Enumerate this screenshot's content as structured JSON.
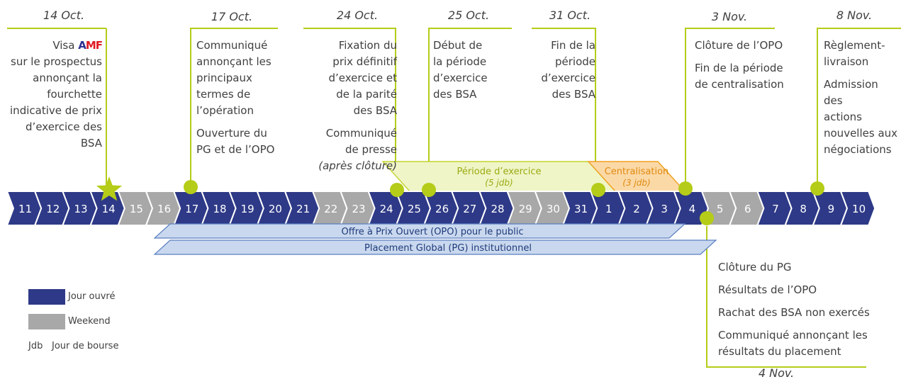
{
  "colors": {
    "workday": "#2e3a87",
    "weekend": "#a8a8a8",
    "accent": "#b5cc18",
    "orange": "#f0a020",
    "band_fill": "#c9d8ee",
    "band_stroke": "#5b7fc2"
  },
  "dates": {
    "d14oct": "14 Oct.",
    "d17oct": "17 Oct.",
    "d24oct": "24 Oct.",
    "d25oct": "25 Oct.",
    "d31oct": "31 Oct.",
    "d3nov": "3 Nov.",
    "d8nov": "8 Nov.",
    "d4nov": "4 Nov."
  },
  "events": {
    "e14": {
      "visa": "Visa",
      "amf_a": "A",
      "amf_m": "M",
      "amf_f": "F",
      "lines": [
        "sur le prospectus",
        "annonçant la",
        "fourchette",
        "indicative de prix",
        "d’exercice des",
        "BSA"
      ]
    },
    "e17": {
      "p1": [
        "Communiqué",
        "annonçant les",
        "principaux",
        "termes de",
        "l’opération"
      ],
      "p2": [
        "Ouverture du",
        "PG et de l’OPO"
      ]
    },
    "e24": {
      "p1": [
        "Fixation du",
        "prix définitif",
        "d’exercice et",
        "de la parité",
        "des BSA"
      ],
      "p2": [
        "Communiqué",
        "de presse"
      ],
      "p3": "(après clôture)"
    },
    "e25": {
      "p1": [
        "Début de",
        "la période",
        "d’exercice",
        "des BSA"
      ]
    },
    "e31": {
      "p1": [
        "Fin de la",
        "période",
        "d’exercice",
        "des BSA"
      ]
    },
    "e3": {
      "p1": "Clôture de l’OPO",
      "p2": [
        "Fin de la période",
        "de centralisation"
      ]
    },
    "e8": {
      "p1": [
        "Règlement-",
        "livraison"
      ],
      "p2": [
        "Admission des",
        "actions",
        "nouvelles aux",
        "négociations"
      ]
    },
    "e4": {
      "p1": "Clôture du PG",
      "p2": "Résultats de l’OPO",
      "p3": "Rachat des BSA non exercés",
      "p4": [
        "Communiqué annonçant les",
        "résultats du placement"
      ]
    }
  },
  "periods": {
    "exercise": {
      "title": "Période d’exercice",
      "sub": "(5 jdb)"
    },
    "central": {
      "title": "Centralisation",
      "sub": "(3 jdb)"
    }
  },
  "bands": {
    "opo": "Offre à Prix Ouvert (OPO) pour le public",
    "pg": "Placement Global (PG) institutionnel"
  },
  "timeline": {
    "days": [
      {
        "n": "11",
        "w": false
      },
      {
        "n": "12",
        "w": false
      },
      {
        "n": "13",
        "w": false
      },
      {
        "n": "14",
        "w": false
      },
      {
        "n": "15",
        "w": true
      },
      {
        "n": "16",
        "w": true
      },
      {
        "n": "17",
        "w": false
      },
      {
        "n": "18",
        "w": false
      },
      {
        "n": "19",
        "w": false
      },
      {
        "n": "20",
        "w": false
      },
      {
        "n": "21",
        "w": false
      },
      {
        "n": "22",
        "w": true
      },
      {
        "n": "23",
        "w": true
      },
      {
        "n": "24",
        "w": false
      },
      {
        "n": "25",
        "w": false
      },
      {
        "n": "26",
        "w": false
      },
      {
        "n": "27",
        "w": false
      },
      {
        "n": "28",
        "w": false
      },
      {
        "n": "29",
        "w": true
      },
      {
        "n": "30",
        "w": true
      },
      {
        "n": "31",
        "w": false
      },
      {
        "n": "1",
        "w": false
      },
      {
        "n": "2",
        "w": false
      },
      {
        "n": "3",
        "w": false
      },
      {
        "n": "4",
        "w": false
      },
      {
        "n": "5",
        "w": true
      },
      {
        "n": "6",
        "w": true
      },
      {
        "n": "7",
        "w": false
      },
      {
        "n": "8",
        "w": false
      },
      {
        "n": "9",
        "w": false
      },
      {
        "n": "10",
        "w": false
      }
    ]
  },
  "legend": {
    "workday": "Jour ouvré",
    "weekend": "Weekend",
    "jdb_abbr": "Jdb",
    "jdb_label": "Jour de bourse"
  }
}
